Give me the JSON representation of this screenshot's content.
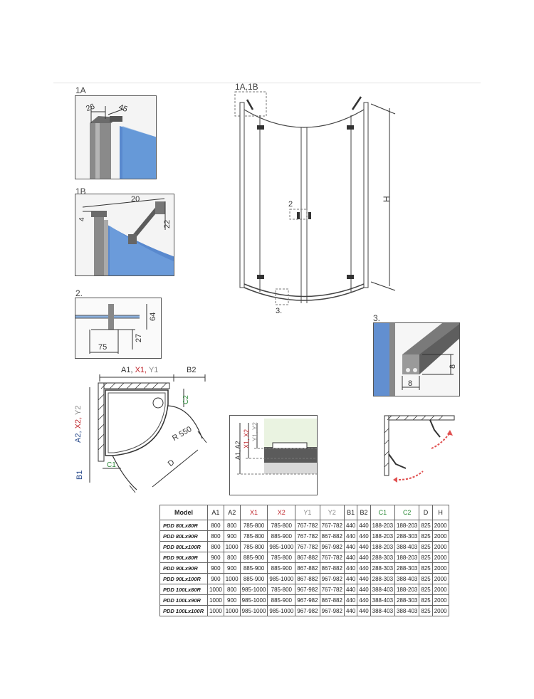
{
  "detail_labels": {
    "d1a": "1A",
    "d1b": "1B",
    "d2": "2.",
    "d3": "3.",
    "main_1a1b": "1A,1B",
    "main_2": "2",
    "main_3": "3.",
    "main_h": "H"
  },
  "dims": {
    "d1a_26": "26",
    "d1a_45": "45",
    "d1b_20": "20",
    "d1b_4": "4",
    "d1b_22": "22",
    "d2_64": "64",
    "d2_27": "27",
    "d2_75": "75",
    "d3_8v": "8",
    "d3_8h": "8"
  },
  "plan": {
    "top_label_a1": "A1,",
    "top_label_x1": "X1,",
    "top_label_y1": "Y1",
    "top_label_b2": "B2",
    "left_label_a2": "A2,",
    "left_label_x2": "X2,",
    "left_label_y2": "Y2",
    "left_label_b1": "B1",
    "c1": "C1",
    "c2": "C2",
    "r550": "R 550",
    "d": "D"
  },
  "section": {
    "a1a2": "A1, A2",
    "x1x2": "X1, X2",
    "y1y2": "Y1, Y2"
  },
  "table": {
    "headers": [
      "Model",
      "A1",
      "A2",
      "X1",
      "X2",
      "Y1",
      "Y2",
      "B1",
      "B2",
      "C1",
      "C2",
      "D",
      "H"
    ],
    "header_colors": [
      "#222222",
      "#222222",
      "#222222",
      "#c0272d",
      "#c0272d",
      "#8a8a8a",
      "#8a8a8a",
      "#222222",
      "#222222",
      "#2e8b3a",
      "#2e8b3a",
      "#222222",
      "#222222"
    ],
    "rows": [
      [
        "PDD 80Lx80R",
        "800",
        "800",
        "785-800",
        "785-800",
        "767-782",
        "767-782",
        "440",
        "440",
        "188-203",
        "188-203",
        "825",
        "2000"
      ],
      [
        "PDD 80Lx90R",
        "800",
        "900",
        "785-800",
        "885-900",
        "767-782",
        "867-882",
        "440",
        "440",
        "188-203",
        "288-303",
        "825",
        "2000"
      ],
      [
        "PDD 80Lx100R",
        "800",
        "1000",
        "785-800",
        "985-1000",
        "767-782",
        "967-982",
        "440",
        "440",
        "188-203",
        "388-403",
        "825",
        "2000"
      ],
      [
        "PDD 90Lx80R",
        "900",
        "800",
        "885-900",
        "785-800",
        "867-882",
        "767-782",
        "440",
        "440",
        "288-303",
        "188-203",
        "825",
        "2000"
      ],
      [
        "PDD 90Lx90R",
        "900",
        "900",
        "885-900",
        "885-900",
        "867-882",
        "867-882",
        "440",
        "440",
        "288-303",
        "288-303",
        "825",
        "2000"
      ],
      [
        "PDD 90Lx100R",
        "900",
        "1000",
        "885-900",
        "985-1000",
        "867-882",
        "967-982",
        "440",
        "440",
        "288-303",
        "388-403",
        "825",
        "2000"
      ],
      [
        "PDD 100Lx80R",
        "1000",
        "800",
        "985-1000",
        "785-800",
        "967-982",
        "767-782",
        "440",
        "440",
        "388-403",
        "188-203",
        "825",
        "2000"
      ],
      [
        "PDD 100Lx90R",
        "1000",
        "900",
        "985-1000",
        "885-900",
        "967-982",
        "867-882",
        "440",
        "440",
        "388-403",
        "288-303",
        "825",
        "2000"
      ],
      [
        "PDD 100Lx100R",
        "1000",
        "1000",
        "985-1000",
        "985-1000",
        "967-982",
        "967-982",
        "440",
        "440",
        "388-403",
        "388-403",
        "825",
        "2000"
      ]
    ]
  }
}
